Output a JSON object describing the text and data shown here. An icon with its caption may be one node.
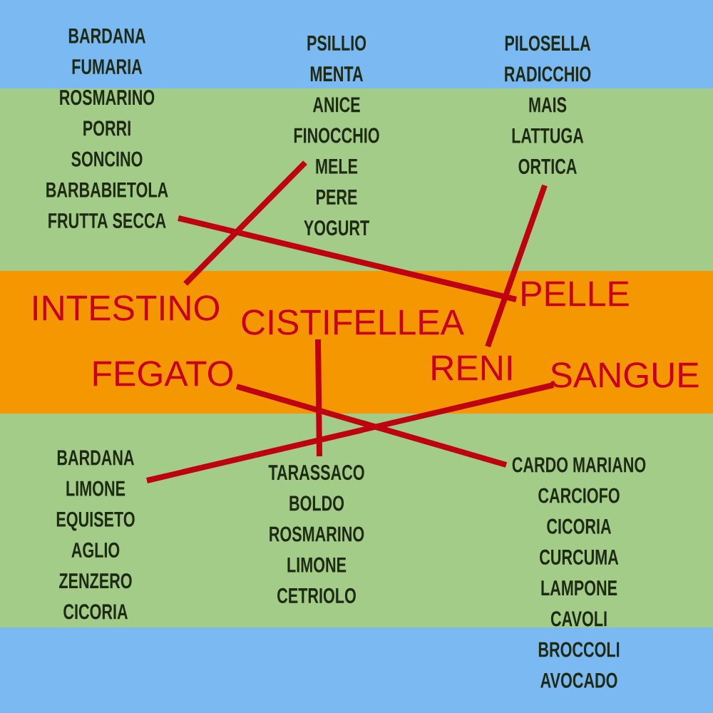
{
  "diagram": {
    "nodes": [
      {
        "text": [
          "BARDANA",
          "FUMARIA",
          "ROSMARINO",
          "PORRI",
          "SONCINO",
          "BARBABIETOLA",
          "FRUTTA SECCA"
        ]
      },
      {
        "text": [
          "PSILLIO",
          "MENTA",
          "ANICE",
          "FINOCCHIO",
          "MELE",
          "PERE",
          "YOGURT"
        ]
      },
      {
        "text": [
          "PILOSELLA",
          "RADICCHIO",
          "MAIS",
          "LATTUGA",
          "ORTICA"
        ]
      },
      {
        "text": [
          "INTESTINO"
        ]
      },
      {
        "text": [
          "CISTIFELLEA"
        ]
      },
      {
        "text": [
          "PELLE"
        ]
      },
      {
        "text": [
          "FEGATO"
        ]
      },
      {
        "text": [
          "RENI"
        ]
      },
      {
        "text": [
          "SANGUE"
        ]
      },
      {
        "text": [
          "BARDANA",
          "LIMONE",
          "EQUISETO",
          "AGLIO",
          "ZENZERO",
          "CICORIA"
        ]
      },
      {
        "text": [
          "TARASSACO",
          "BOLDO",
          "ROSMARINO",
          "LIMONE",
          "CETRIOLO"
        ]
      },
      {
        "text": [
          "CARDO MARIANO",
          "CARCIOFO",
          "CICORIA",
          "CURCUMA",
          "LAMPONE",
          "CAVOLI",
          "BROCCOLI",
          "AVOCADO"
        ]
      }
    ],
    "edges": [
      {
        "from": 1,
        "to": 3,
        "arrow": "none"
      },
      {
        "from": 0,
        "to": 5,
        "arrow": "none"
      },
      {
        "from": 2,
        "to": 7,
        "arrow": "none"
      },
      {
        "from": 4,
        "to": 10,
        "arrow": "none"
      },
      {
        "from": 6,
        "to": 11,
        "arrow": "none"
      },
      {
        "from": 8,
        "to": 9,
        "arrow": "none"
      }
    ]
  }
}
